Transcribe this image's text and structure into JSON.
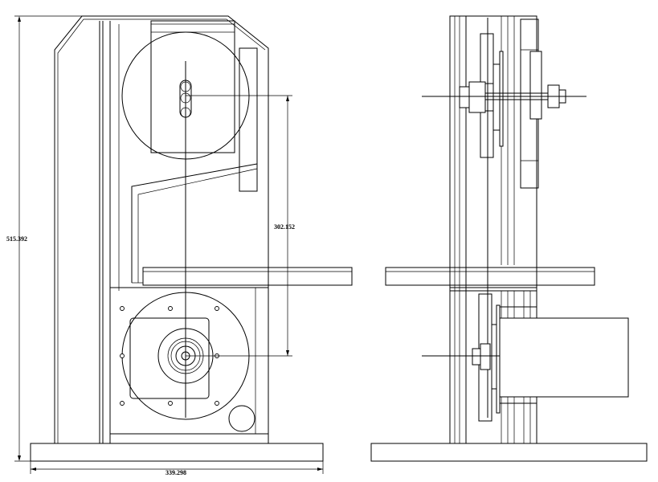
{
  "dimensions": {
    "height": "515.392",
    "width": "339.298",
    "wheel_spacing": "302.152"
  },
  "views": {
    "front": "band-saw-front-view",
    "side": "band-saw-side-view"
  }
}
